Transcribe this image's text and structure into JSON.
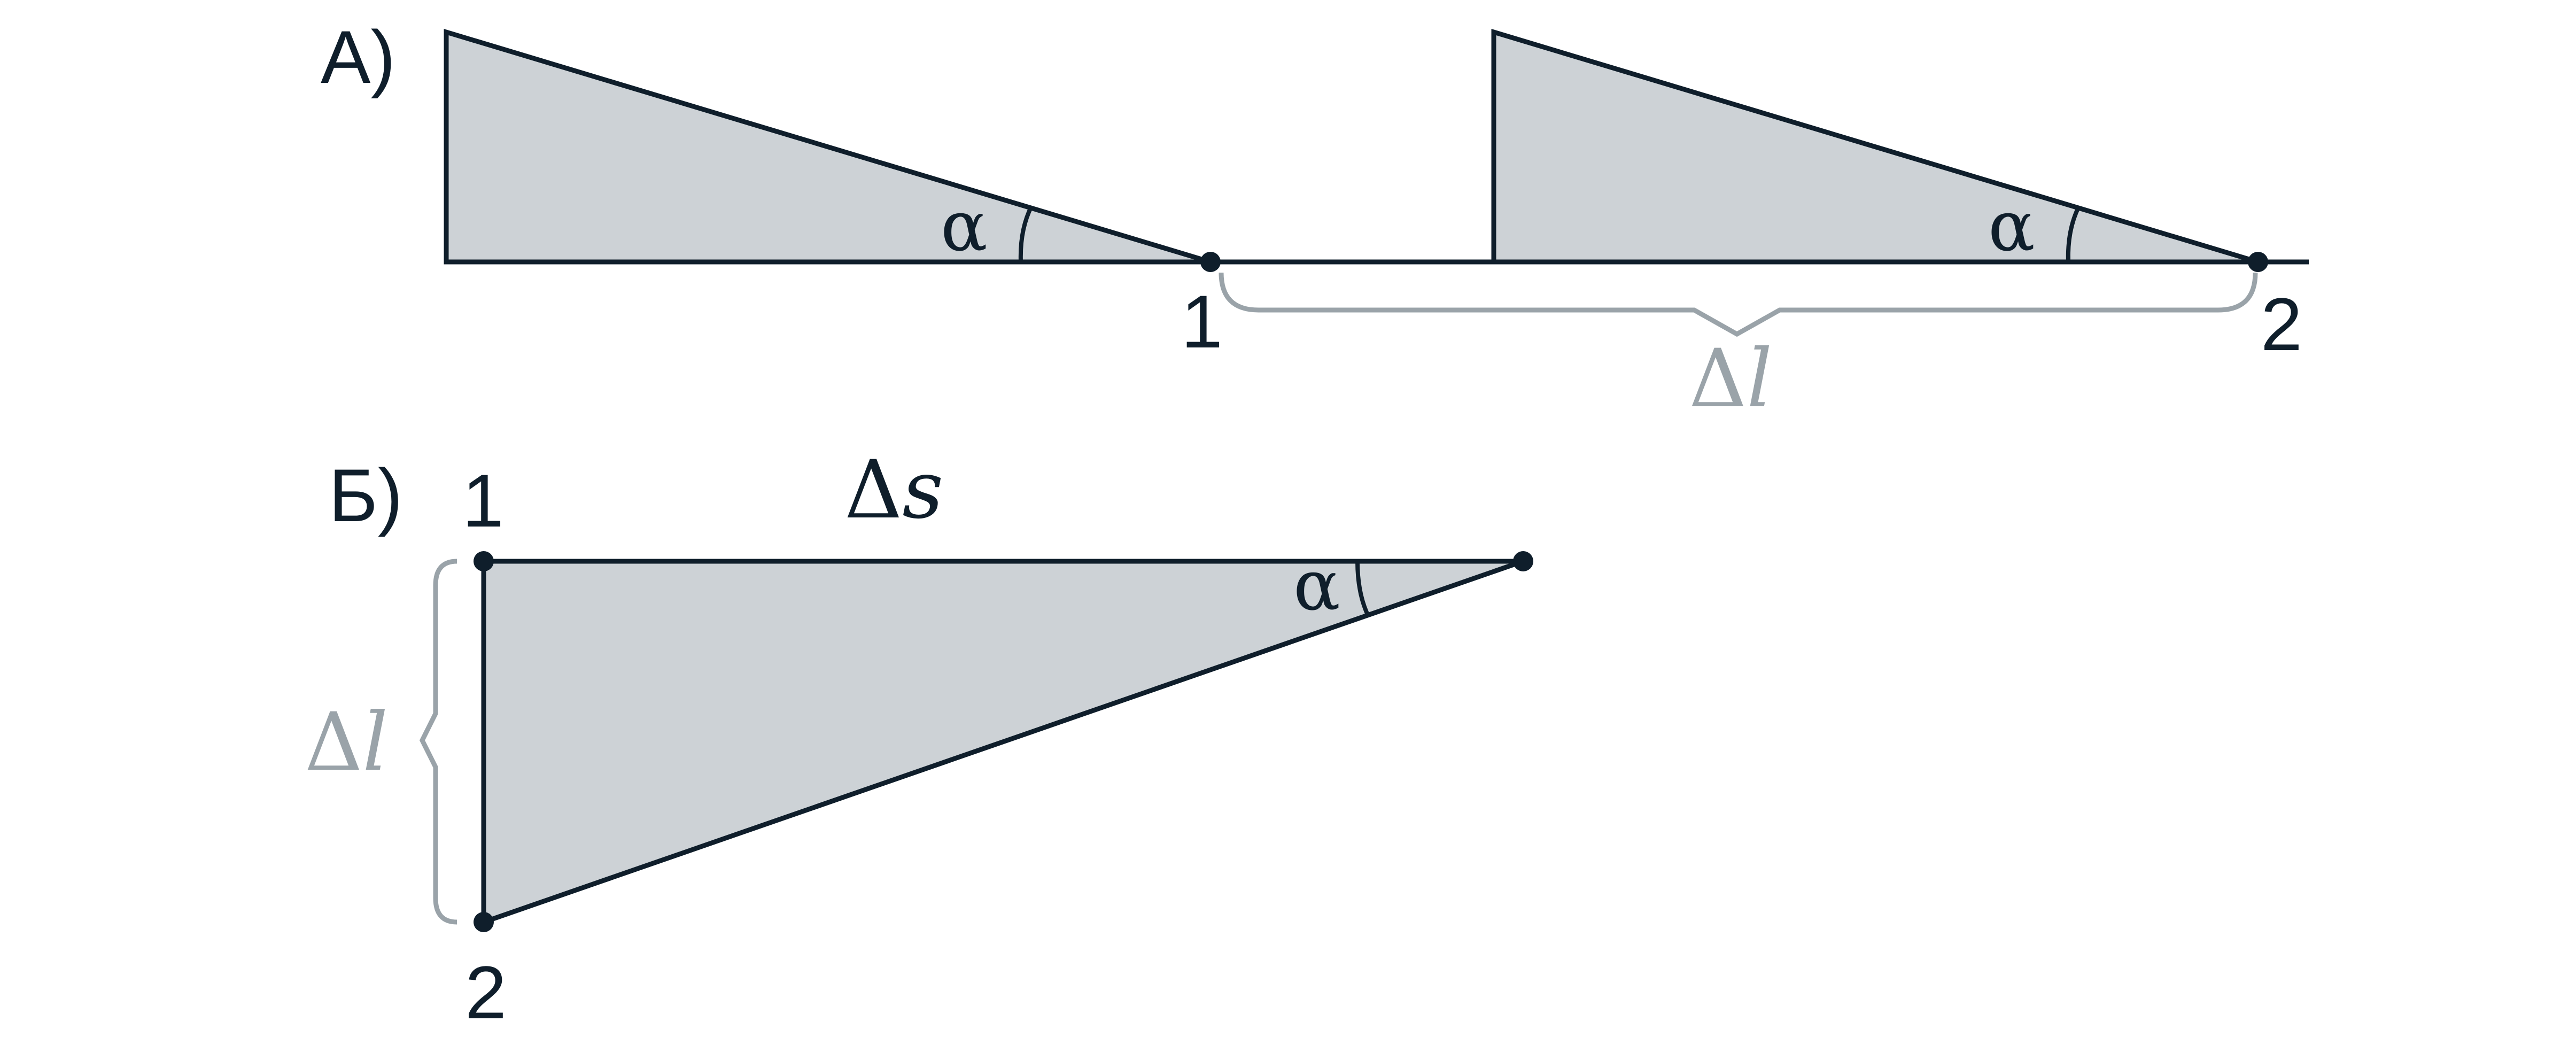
{
  "panel_a": {
    "label": "А)",
    "point_1": "1",
    "point_2": "2",
    "angle_left": "α",
    "angle_right": "α",
    "brace_delta": "Δ",
    "brace_var": "l"
  },
  "panel_b": {
    "label": "Б)",
    "point_1": "1",
    "point_2": "2",
    "top_delta": "Δ",
    "top_var": "s",
    "angle": "α",
    "brace_delta": "Δ",
    "brace_var": "l"
  },
  "colors": {
    "fill": "#cdd2d6",
    "stroke": "#0f1e2b",
    "brace": "#9aa3a9"
  }
}
